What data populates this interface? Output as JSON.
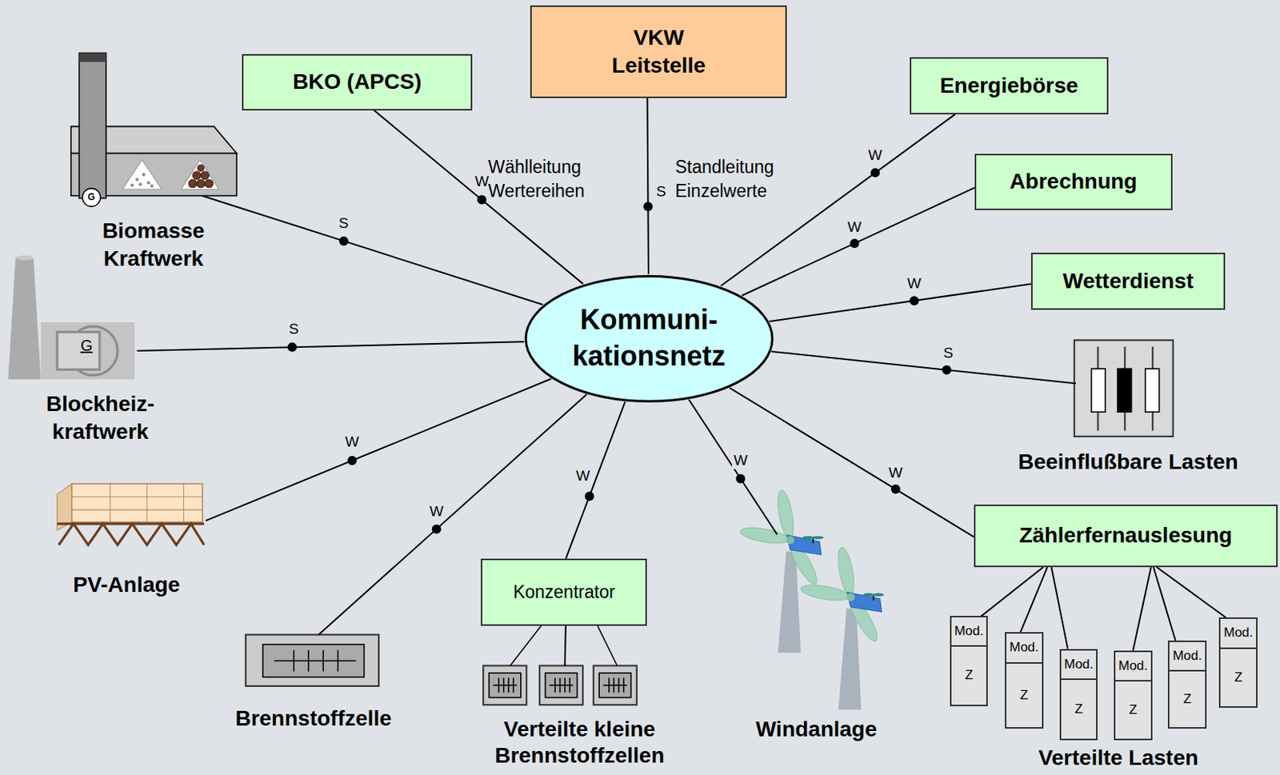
{
  "diagram": {
    "nodes": [
      {
        "text": [
          "Biomasse Kraftwerk"
        ]
      },
      {
        "text": [
          "BKO (APCS)"
        ]
      },
      {
        "text": [
          "VKW Leitstelle"
        ]
      },
      {
        "text": [
          "Energiebörse"
        ]
      },
      {
        "text": [
          "Abrechnung"
        ]
      },
      {
        "text": [
          "Wetterdienst"
        ]
      },
      {
        "text": [
          "Blockheiz- kraftwerk"
        ]
      },
      {
        "text": [
          "Kommuni- kationsnetz"
        ]
      },
      {
        "text": [
          "Beeinflußbare Lasten"
        ]
      },
      {
        "text": [
          "PV-Anlage"
        ]
      },
      {
        "text": [
          "Brennstoffzelle"
        ]
      },
      {
        "text": [
          "Konzentrator"
        ]
      },
      {
        "text": [
          "Windanlage"
        ]
      },
      {
        "text": [
          "Zählerfernauslesung"
        ]
      },
      {
        "text": [
          "Verteilte kleine Brennstoffzellen"
        ]
      },
      {
        "text": [
          "Mod.",
          "Z"
        ]
      },
      {
        "text": [
          "Mod.",
          "Z"
        ]
      },
      {
        "text": [
          "Mod.",
          "Z"
        ]
      },
      {
        "text": [
          "Mod.",
          "Z"
        ]
      },
      {
        "text": [
          "Mod.",
          "Z"
        ]
      },
      {
        "text": [
          "Mod.",
          "Z"
        ]
      }
    ],
    "edges": [
      {
        "from": 7,
        "to": 2,
        "arrow": "none",
        "label": "S"
      },
      {
        "from": 7,
        "to": 1,
        "arrow": "none",
        "label": "W"
      },
      {
        "from": 7,
        "to": 3,
        "arrow": "none",
        "label": "W"
      },
      {
        "from": 7,
        "to": 4,
        "arrow": "none",
        "label": "W"
      },
      {
        "from": 7,
        "to": 5,
        "arrow": "none",
        "label": "W"
      },
      {
        "from": 7,
        "to": 8,
        "arrow": "none",
        "label": "S"
      },
      {
        "from": 7,
        "to": 13,
        "arrow": "none",
        "label": "W"
      },
      {
        "from": 7,
        "to": 12,
        "arrow": "none",
        "label": "W"
      },
      {
        "from": 7,
        "to": 11,
        "arrow": "none",
        "label": "W"
      },
      {
        "from": 7,
        "to": 10,
        "arrow": "none",
        "label": "W"
      },
      {
        "from": 7,
        "to": 9,
        "arrow": "none",
        "label": "W"
      },
      {
        "from": 7,
        "to": 6,
        "arrow": "none",
        "label": "S"
      },
      {
        "from": 7,
        "to": 0,
        "arrow": "none",
        "label": "S"
      },
      {
        "from": 11,
        "to": 14,
        "arrow": "none"
      },
      {
        "from": 13,
        "to": 15,
        "arrow": "none"
      },
      {
        "from": 13,
        "to": 16,
        "arrow": "none"
      },
      {
        "from": 13,
        "to": 17,
        "arrow": "none"
      },
      {
        "from": 13,
        "to": 18,
        "arrow": "none"
      },
      {
        "from": 13,
        "to": 19,
        "arrow": "none"
      },
      {
        "from": 13,
        "to": 20,
        "arrow": "none"
      }
    ],
    "labels": [
      "Wählleitung Wertereihen",
      "Standleitung Einzelwerte",
      "G",
      "G",
      "Verteilte Lasten"
    ]
  }
}
